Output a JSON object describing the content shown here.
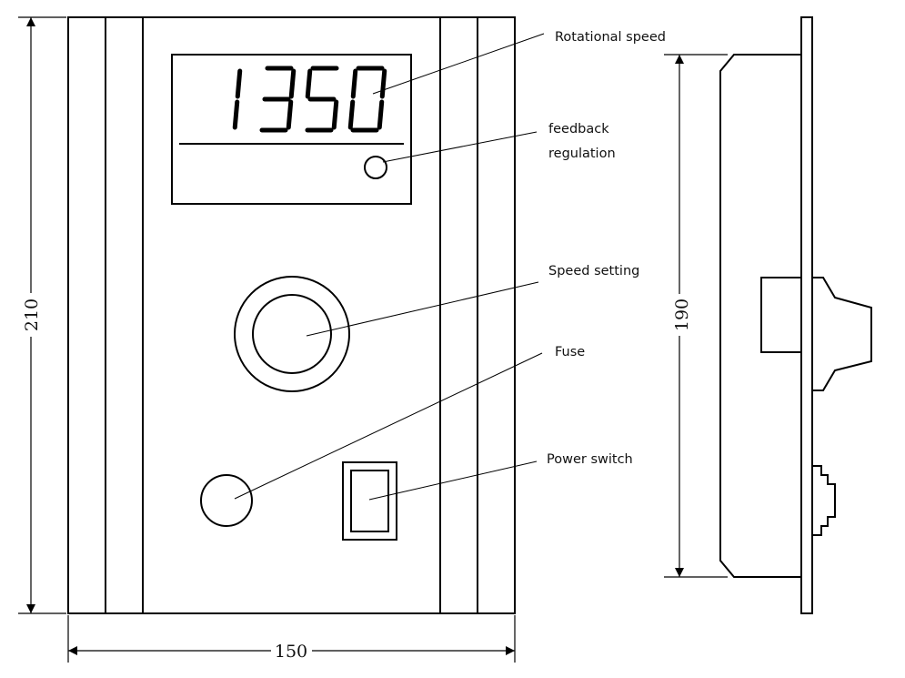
{
  "front_view": {
    "display_reading": "1350",
    "width_dimension": "150",
    "height_dimension": "210"
  },
  "side_view": {
    "height_dimension": "190"
  },
  "callouts": {
    "rotational_speed": "Rotational speed",
    "feedback_line1": "feedback",
    "feedback_line2": "regulation",
    "speed_setting": "Speed setting",
    "fuse": "Fuse",
    "power_switch": "Power switch"
  }
}
